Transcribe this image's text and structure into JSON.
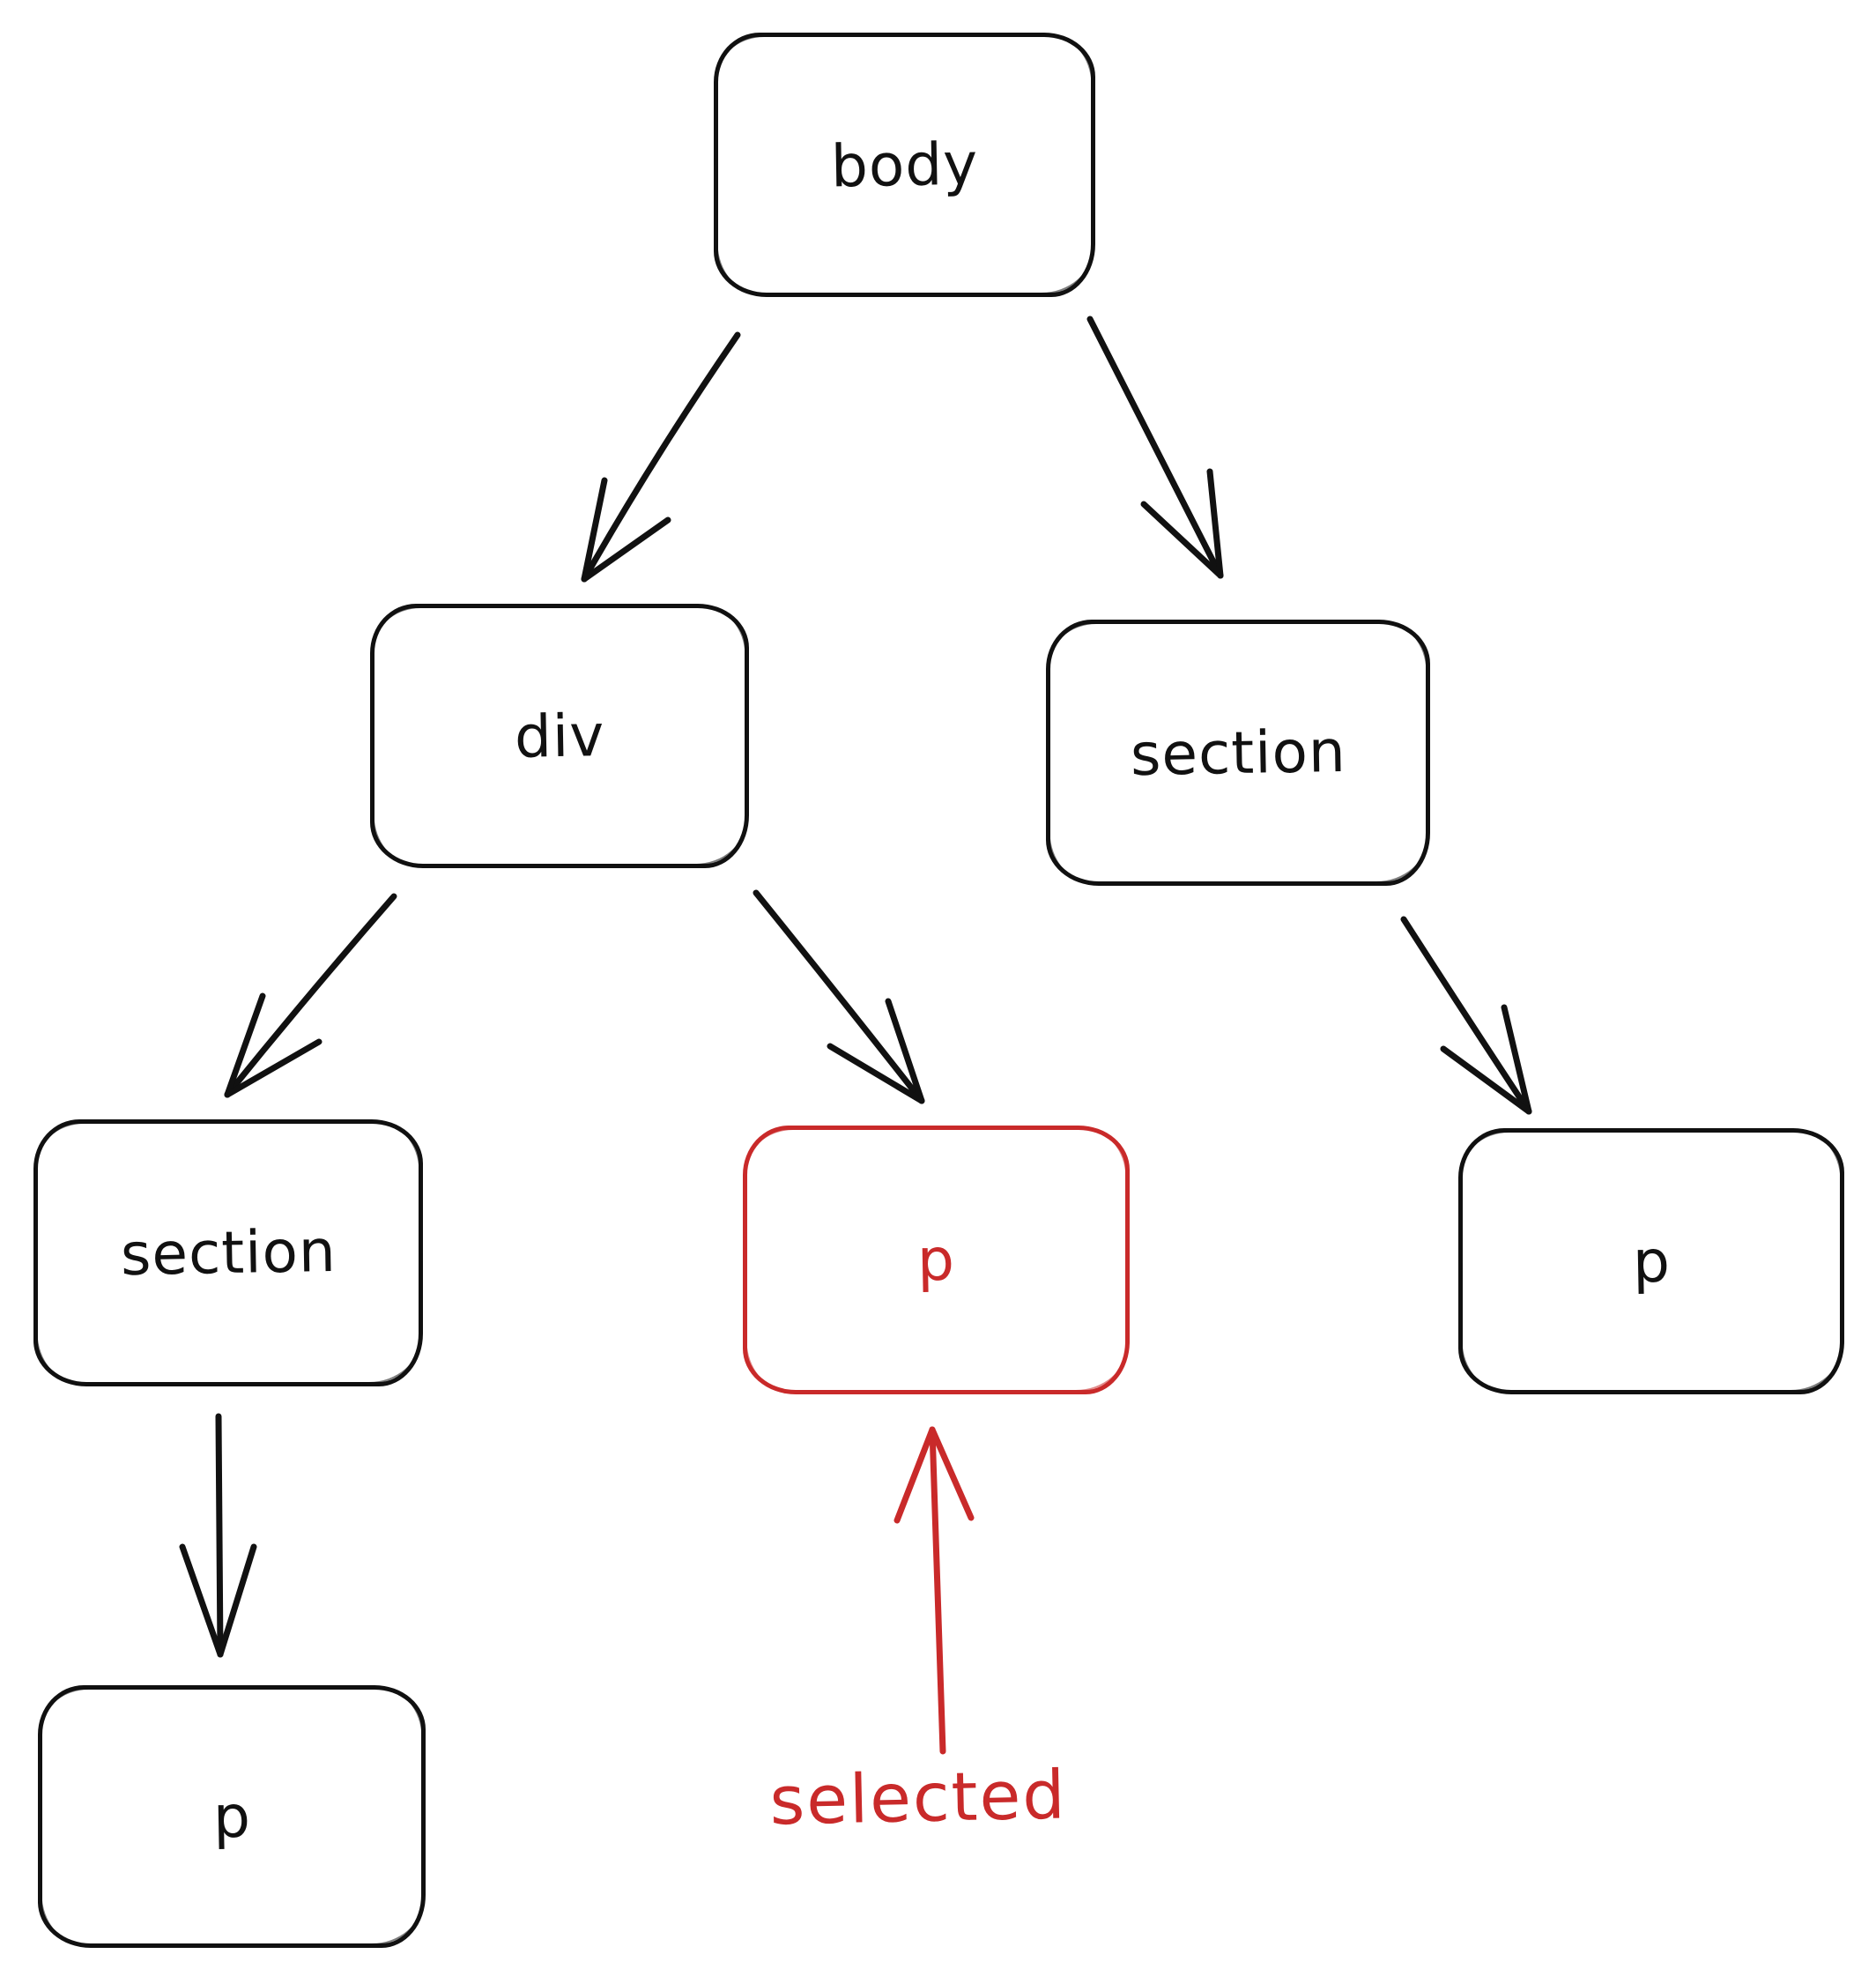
{
  "diagram": {
    "type": "dom-tree",
    "colors": {
      "stroke": "#111111",
      "accent": "#c92a2a",
      "background": "#ffffff"
    },
    "nodes": [
      {
        "id": "body",
        "label": "body",
        "highlighted": false
      },
      {
        "id": "div",
        "label": "div",
        "highlighted": false
      },
      {
        "id": "section-right",
        "label": "section",
        "highlighted": false
      },
      {
        "id": "section-left",
        "label": "section",
        "highlighted": false
      },
      {
        "id": "p-selected",
        "label": "p",
        "highlighted": true
      },
      {
        "id": "p-right",
        "label": "p",
        "highlighted": false
      },
      {
        "id": "p-bottom-left",
        "label": "p",
        "highlighted": false
      }
    ],
    "edges": [
      {
        "from": "body",
        "to": "div"
      },
      {
        "from": "body",
        "to": "section-right"
      },
      {
        "from": "div",
        "to": "section-left"
      },
      {
        "from": "div",
        "to": "p-selected"
      },
      {
        "from": "section-right",
        "to": "p-right"
      },
      {
        "from": "section-left",
        "to": "p-bottom-left"
      }
    ],
    "annotation": {
      "label": "selected",
      "target": "p-selected"
    }
  }
}
